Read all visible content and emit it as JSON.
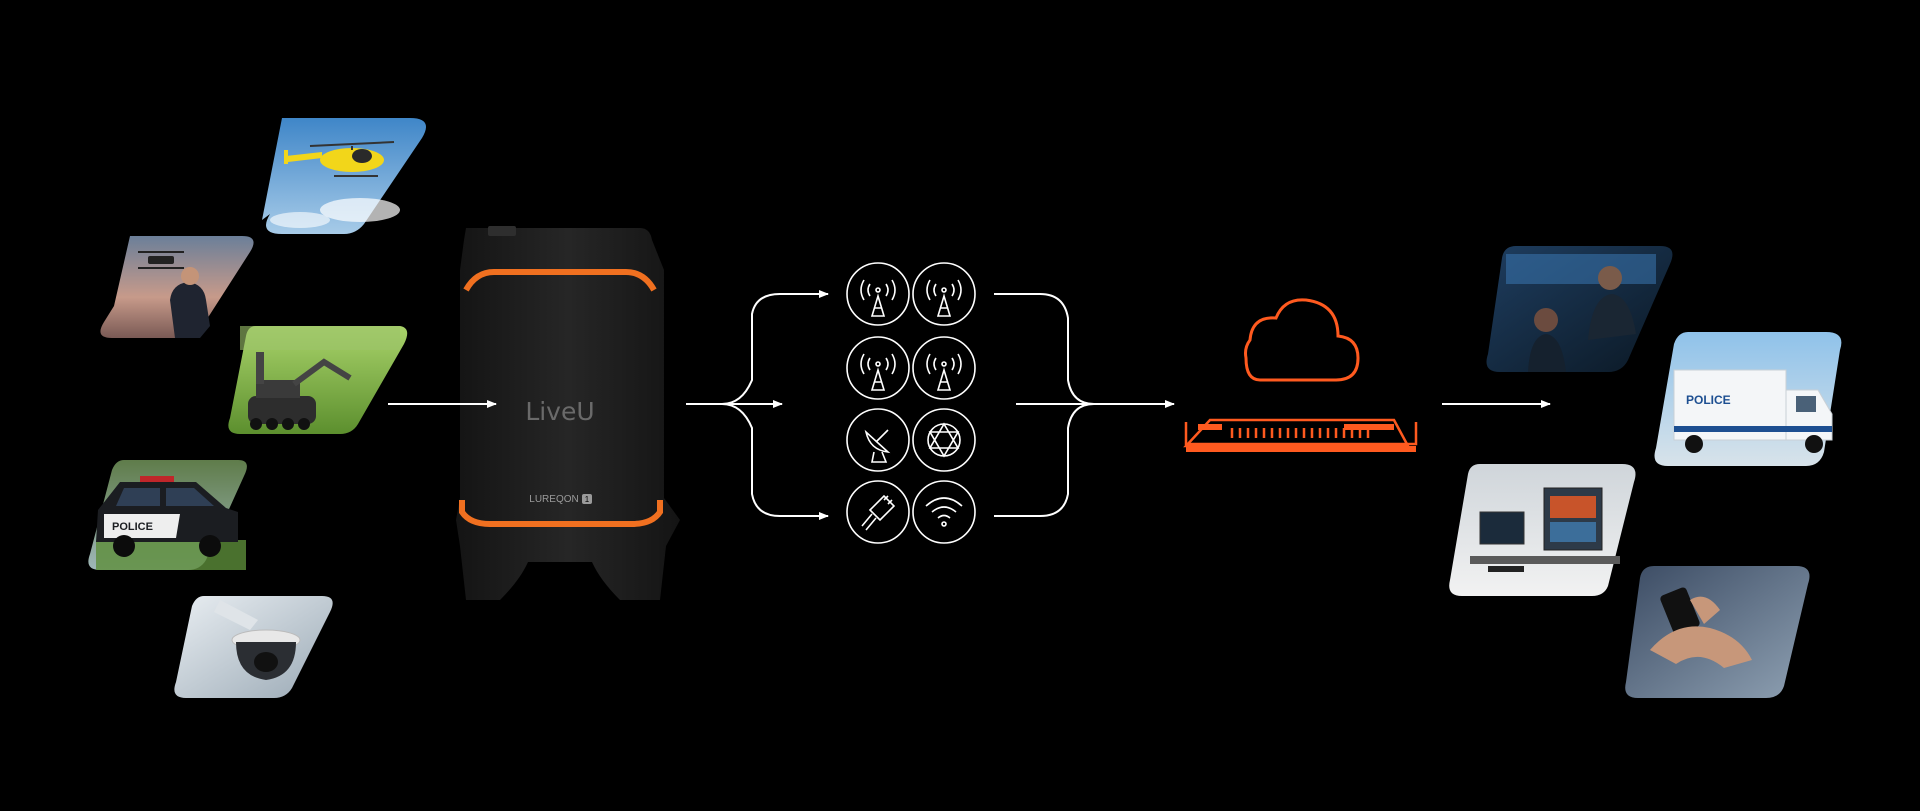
{
  "colors": {
    "background": "#000000",
    "accent": "#ff5a1f",
    "device_orange": "#f07020",
    "device_body": "#1a1a1a",
    "line": "#ffffff"
  },
  "device": {
    "brand": "LiveU",
    "model": "LUREQON",
    "model_badge": "1"
  },
  "sources": [
    {
      "name": "helicopter",
      "icon": "helicopter-photo"
    },
    {
      "name": "drone-operator",
      "icon": "drone-photo"
    },
    {
      "name": "bomb-disposal-robot",
      "icon": "robot-photo"
    },
    {
      "name": "police-car",
      "icon": "police-car-photo"
    },
    {
      "name": "security-camera",
      "icon": "dome-camera-photo"
    }
  ],
  "connectivity": [
    {
      "name": "cellular-1",
      "icon": "cell-tower-icon"
    },
    {
      "name": "cellular-2",
      "icon": "cell-tower-icon"
    },
    {
      "name": "cellular-3",
      "icon": "cell-tower-icon"
    },
    {
      "name": "cellular-4",
      "icon": "cell-tower-icon"
    },
    {
      "name": "satellite",
      "icon": "satellite-dish-icon"
    },
    {
      "name": "leo-network",
      "icon": "network-mesh-icon"
    },
    {
      "name": "ethernet",
      "icon": "ethernet-plug-icon"
    },
    {
      "name": "wifi",
      "icon": "wifi-icon"
    }
  ],
  "cloud": {
    "icon": "cloud-icon"
  },
  "server": {
    "icon": "server-icon"
  },
  "destinations": [
    {
      "name": "command-center",
      "icon": "command-center-photo",
      "text": ""
    },
    {
      "name": "police-command-truck",
      "icon": "truck-photo",
      "text": "POLICE"
    },
    {
      "name": "control-room",
      "icon": "control-room-photo",
      "text": ""
    },
    {
      "name": "mobile-viewer",
      "icon": "smartphone-photo",
      "text": ""
    }
  ],
  "car_label": "POLICE"
}
